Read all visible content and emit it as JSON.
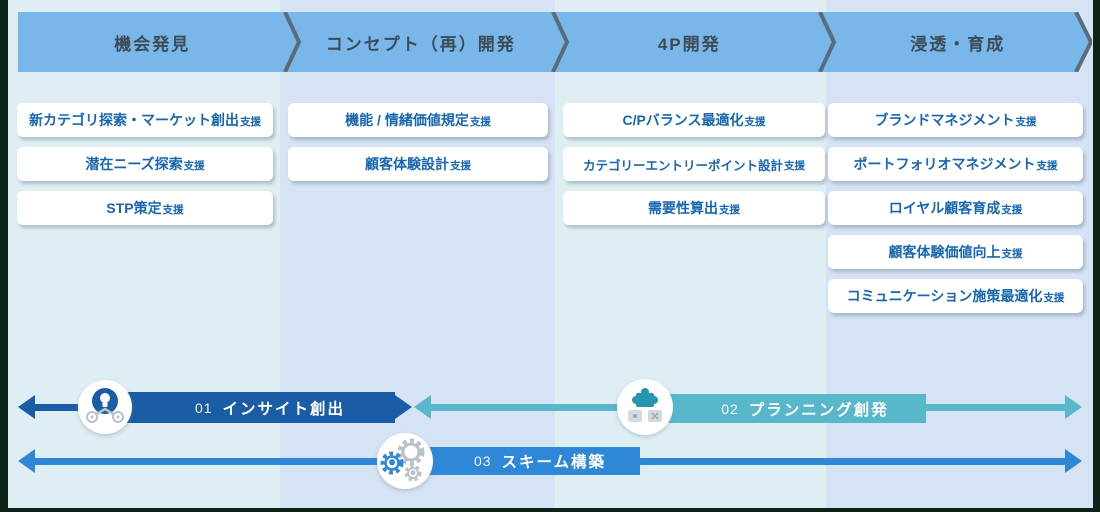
{
  "colors": {
    "edge": "#0d2318",
    "bg-pale": "#dfeef2",
    "bg-blue": "#d5e3f4",
    "header-bg": "#79b7ea",
    "header-text": "#3d4b55",
    "chevron": "#5a6b7a",
    "card-bg": "#ffffff",
    "card-text": "#1766b0",
    "track1": "#1b5ca6",
    "track2": "#58b7cb",
    "track3": "#2f87d8",
    "icon-gray": "#b9c2c9",
    "icon-teal": "#2596ae"
  },
  "phases": [
    {
      "label": "機会発見",
      "cards": [
        {
          "title": "新カテゴリ探索・マーケット創出",
          "suffix": "支援"
        },
        {
          "title": "潜在ニーズ探索",
          "suffix": "支援"
        },
        {
          "title": "STP策定",
          "suffix": "支援"
        }
      ]
    },
    {
      "label": "コンセプト（再）開発",
      "cards": [
        {
          "title": "機能 / 情緒価値規定",
          "suffix": "支援"
        },
        {
          "title": "顧客体験設計",
          "suffix": "支援"
        }
      ]
    },
    {
      "label": "4P開発",
      "cards": [
        {
          "title": "C/Pバランス最適化",
          "suffix": "支援"
        },
        {
          "title": "カテゴリーエントリーポイント設計",
          "suffix": "支援"
        },
        {
          "title": "需要性算出",
          "suffix": "支援"
        }
      ]
    },
    {
      "label": "浸透・育成",
      "cards": [
        {
          "title": "ブランドマネジメント",
          "suffix": "支援"
        },
        {
          "title": "ポートフォリオマネジメント",
          "suffix": "支援"
        },
        {
          "title": "ロイヤル顧客育成",
          "suffix": "支援"
        },
        {
          "title": "顧客体験価値向上",
          "suffix": "支援"
        },
        {
          "title": "コミュニケーション施策最適化",
          "suffix": "支援"
        }
      ]
    }
  ],
  "tracks": [
    {
      "number": "01",
      "label": "インサイト創出",
      "icon": "lightbulb-icon"
    },
    {
      "number": "02",
      "label": "プランニング創発",
      "icon": "puzzle-icon"
    },
    {
      "number": "03",
      "label": "スキーム構築",
      "icon": "gears-icon"
    }
  ]
}
